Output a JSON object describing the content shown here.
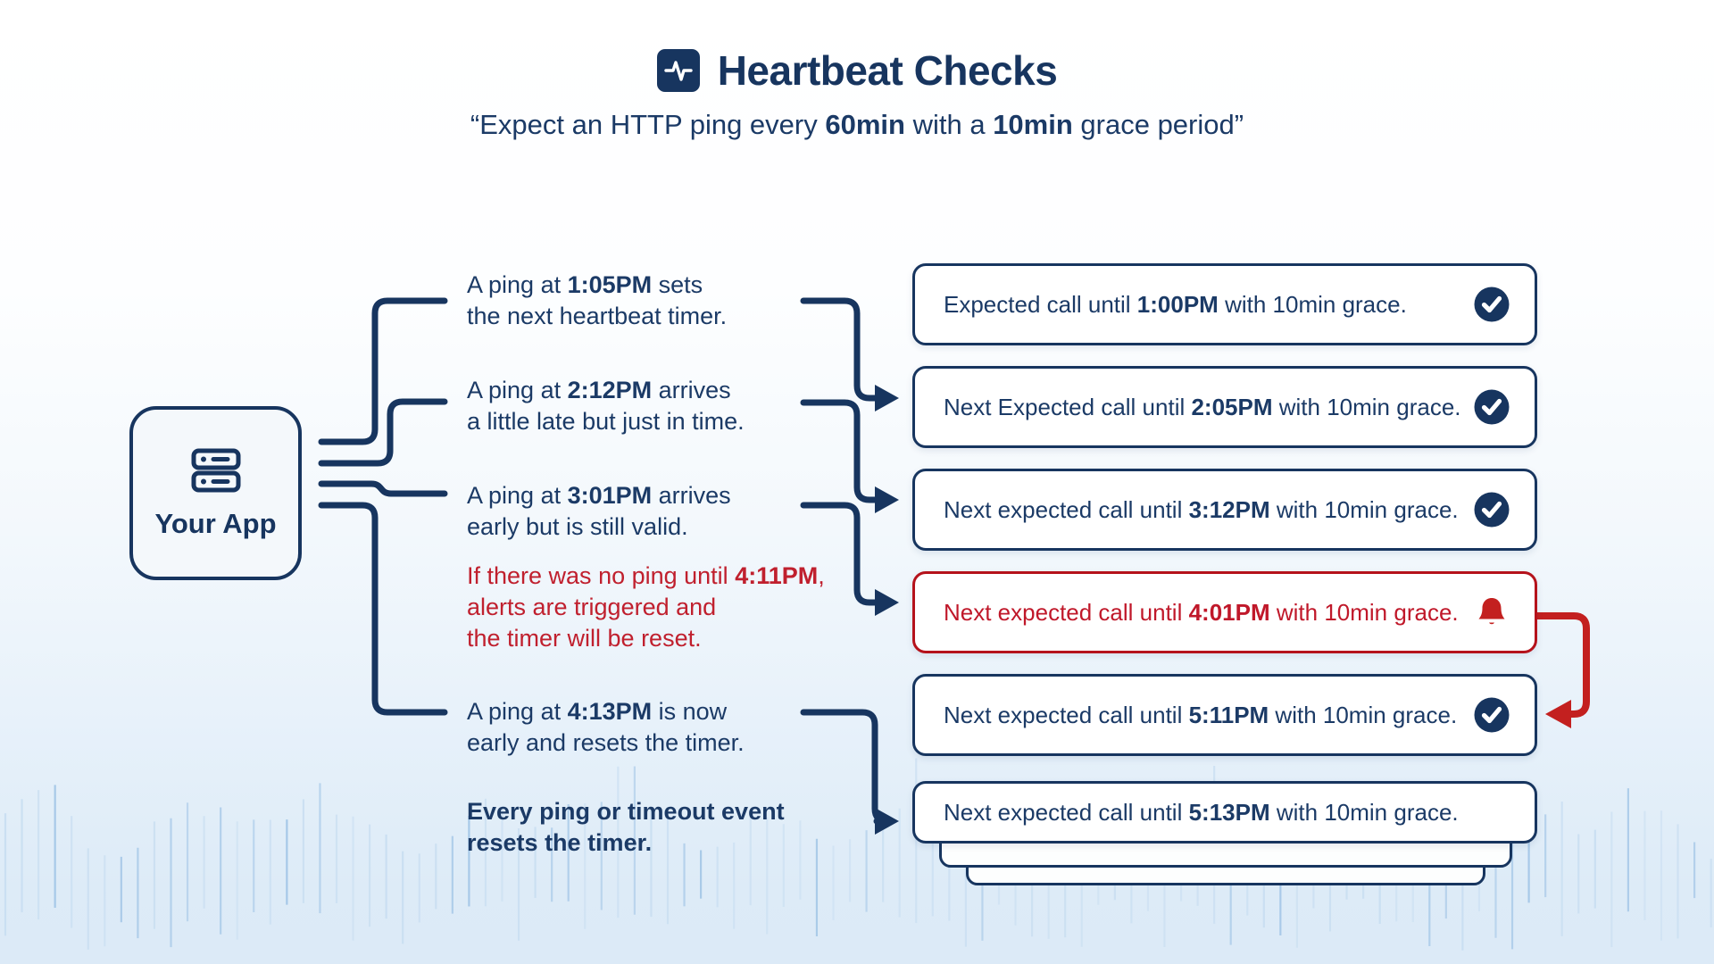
{
  "header": {
    "title": "Heartbeat Checks",
    "title_icon": "activity-pulse-icon",
    "subtitle_parts": [
      {
        "t": "“Expect an HTTP ping every "
      },
      {
        "t": "60min",
        "b": true
      },
      {
        "t": " with a "
      },
      {
        "t": "10min",
        "b": true
      },
      {
        "t": " grace period”"
      }
    ]
  },
  "app_node": {
    "label": "Your App",
    "icon": "server-icon"
  },
  "notes": [
    {
      "style": "navy",
      "lines": [
        [
          {
            "t": "A ping at "
          },
          {
            "t": "1:05PM",
            "b": true
          },
          {
            "t": " sets"
          }
        ],
        [
          {
            "t": "the next heartbeat timer."
          }
        ]
      ]
    },
    {
      "style": "navy",
      "lines": [
        [
          {
            "t": "A ping at "
          },
          {
            "t": "2:12PM",
            "b": true
          },
          {
            "t": " arrives"
          }
        ],
        [
          {
            "t": "a little late but just in time."
          }
        ]
      ]
    },
    {
      "style": "navy",
      "lines": [
        [
          {
            "t": "A ping at "
          },
          {
            "t": "3:01PM",
            "b": true
          },
          {
            "t": " arrives"
          }
        ],
        [
          {
            "t": "early but is still valid."
          }
        ]
      ]
    },
    {
      "style": "red",
      "lines": [
        [
          {
            "t": "If there was no ping until "
          },
          {
            "t": "4:11PM",
            "b": true
          },
          {
            "t": ","
          }
        ],
        [
          {
            "t": "alerts are triggered and"
          }
        ],
        [
          {
            "t": "the timer will be reset."
          }
        ]
      ]
    },
    {
      "style": "navy",
      "lines": [
        [
          {
            "t": "A ping at "
          },
          {
            "t": "4:13PM",
            "b": true
          },
          {
            "t": " is now"
          }
        ],
        [
          {
            "t": "early and resets the timer."
          }
        ]
      ]
    },
    {
      "style": "navy-bold",
      "lines": [
        [
          {
            "t": "Every ping or timeout event",
            "b": true
          }
        ],
        [
          {
            "t": "resets the timer.",
            "b": true
          }
        ]
      ]
    }
  ],
  "status_boxes": [
    {
      "style": "ok",
      "icon": "check-circle-icon",
      "parts": [
        {
          "t": "Expected call until "
        },
        {
          "t": "1:00PM",
          "b": true
        },
        {
          "t": " with 10min grace."
        }
      ]
    },
    {
      "style": "ok",
      "icon": "check-circle-icon",
      "parts": [
        {
          "t": "Next Expected call until "
        },
        {
          "t": "2:05PM",
          "b": true
        },
        {
          "t": " with 10min grace."
        }
      ]
    },
    {
      "style": "ok",
      "icon": "check-circle-icon",
      "parts": [
        {
          "t": "Next expected call until "
        },
        {
          "t": "3:12PM",
          "b": true
        },
        {
          "t": " with 10min grace."
        }
      ]
    },
    {
      "style": "alert",
      "icon": "alert-bell-icon",
      "parts": [
        {
          "t": "Next expected call until "
        },
        {
          "t": "4:01PM",
          "b": true
        },
        {
          "t": " with 10min grace."
        }
      ]
    },
    {
      "style": "ok",
      "icon": "check-circle-icon",
      "parts": [
        {
          "t": "Next expected call until "
        },
        {
          "t": "5:11PM",
          "b": true
        },
        {
          "t": " with 10min grace."
        }
      ]
    },
    {
      "style": "plain",
      "icon": "none",
      "parts": [
        {
          "t": "Next expected call until "
        },
        {
          "t": "5:13PM",
          "b": true
        },
        {
          "t": " with 10min grace."
        }
      ]
    }
  ],
  "colors": {
    "navy": "#17355f",
    "text_navy": "#1b3a66",
    "red": "#c0182a",
    "red_line": "#c3201f",
    "box_bg": "#ffffff",
    "wave_dark": "#a6c8e8",
    "wave_light": "#cadff2"
  }
}
